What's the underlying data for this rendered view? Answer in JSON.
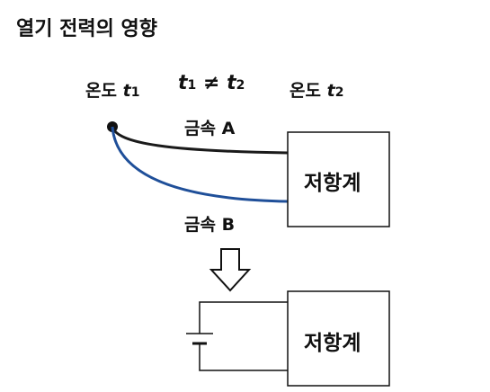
{
  "title": "열기 전력의 영향",
  "temp_left": {
    "prefix": "온도",
    "var": "t",
    "sub": "1"
  },
  "condition": {
    "a": "t",
    "a_sub": "1",
    "op": "≠",
    "b": "t",
    "b_sub": "2"
  },
  "temp_right": {
    "prefix": "온도",
    "var": "t",
    "sub": "2"
  },
  "metal_a": "금속 A",
  "metal_b": "금속 B",
  "meter_top": "저항계",
  "meter_bottom": "저항계",
  "colors": {
    "wire_a": "#1a1a1a",
    "wire_b": "#1f4f99",
    "ink": "#111111"
  }
}
